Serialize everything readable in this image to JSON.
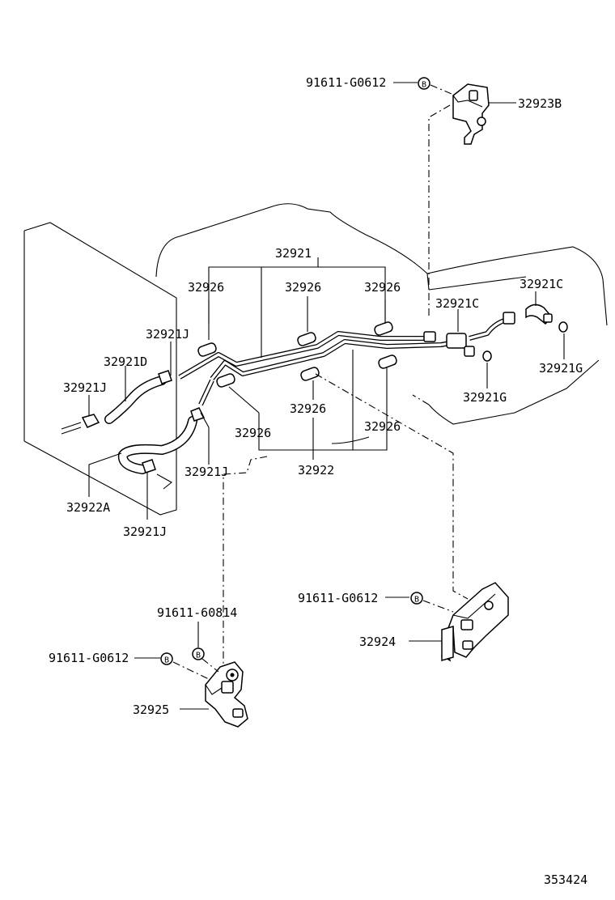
{
  "labels": {
    "bolt_top": "91611-G0612",
    "bracket_top": "32923B",
    "tube_set": "32921",
    "grommet_1": "32926",
    "grommet_2": "32926",
    "grommet_3": "32926",
    "clip_upper": "32921J",
    "hose_d": "32921D",
    "clip_left": "32921J",
    "union_c_mid": "32921C",
    "union_c_right": "32921C",
    "gasket_right": "32921G",
    "gasket_mid": "32921G",
    "grommet_4": "32926",
    "grommet_5": "32926",
    "grommet_6": "32926",
    "tube_set_lower": "32922",
    "clip_mid": "32921J",
    "hose_a": "32922A",
    "clip_lower": "32921J",
    "bolt_mid_right": "91611-G0612",
    "bracket_mid": "32924",
    "bolt_lower_top": "91611-60814",
    "bolt_lower_left": "91611-G0612",
    "bracket_lower": "32925",
    "diagram_number": "353424"
  },
  "markers": {
    "bolt_top_marker": "B",
    "bolt_mid_right_marker": "B",
    "bolt_lower_top_marker": "B",
    "bolt_lower_left_marker": "B"
  }
}
